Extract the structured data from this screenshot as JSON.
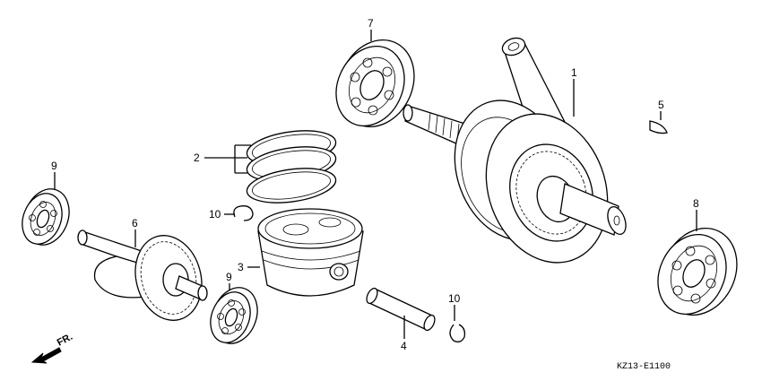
{
  "callouts": [
    {
      "key": "n1",
      "text": "1"
    },
    {
      "key": "n2",
      "text": "2"
    },
    {
      "key": "n3",
      "text": "3"
    },
    {
      "key": "n4",
      "text": "4"
    },
    {
      "key": "n5",
      "text": "5"
    },
    {
      "key": "n6",
      "text": "6"
    },
    {
      "key": "n7",
      "text": "7"
    },
    {
      "key": "n8",
      "text": "8"
    },
    {
      "key": "n9a",
      "text": "9"
    },
    {
      "key": "n9b",
      "text": "9"
    },
    {
      "key": "n10a",
      "text": "10"
    },
    {
      "key": "n10b",
      "text": "10"
    }
  ],
  "direction_label": "FR.",
  "diagram_code": "KZ13-E1100",
  "colors": {
    "line": "#000000",
    "background": "#ffffff"
  }
}
